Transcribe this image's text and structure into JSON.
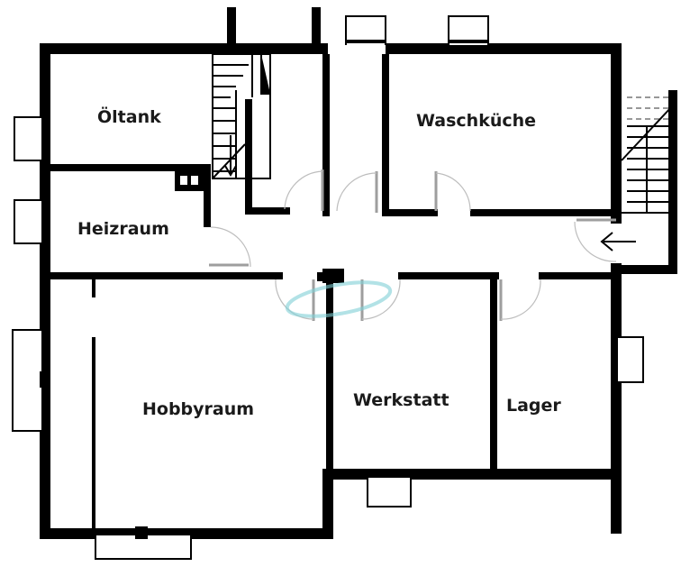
{
  "rooms": {
    "oeltank": "Öltank",
    "waschkueche": "Waschküche",
    "heizraum": "Heizraum",
    "hobbyraum": "Hobbyraum",
    "werkstatt": "Werkstatt",
    "lager": "Lager"
  },
  "colors": {
    "wall": "#000000",
    "background": "#ffffff",
    "door_swing": "#bdbdbd",
    "watermark": "#7fd0d6"
  },
  "icons": {
    "entrance_arrow": "arrow-left-icon",
    "stair_arrow": "arrow-down-icon",
    "watermark": "logo-watermark-icon"
  }
}
